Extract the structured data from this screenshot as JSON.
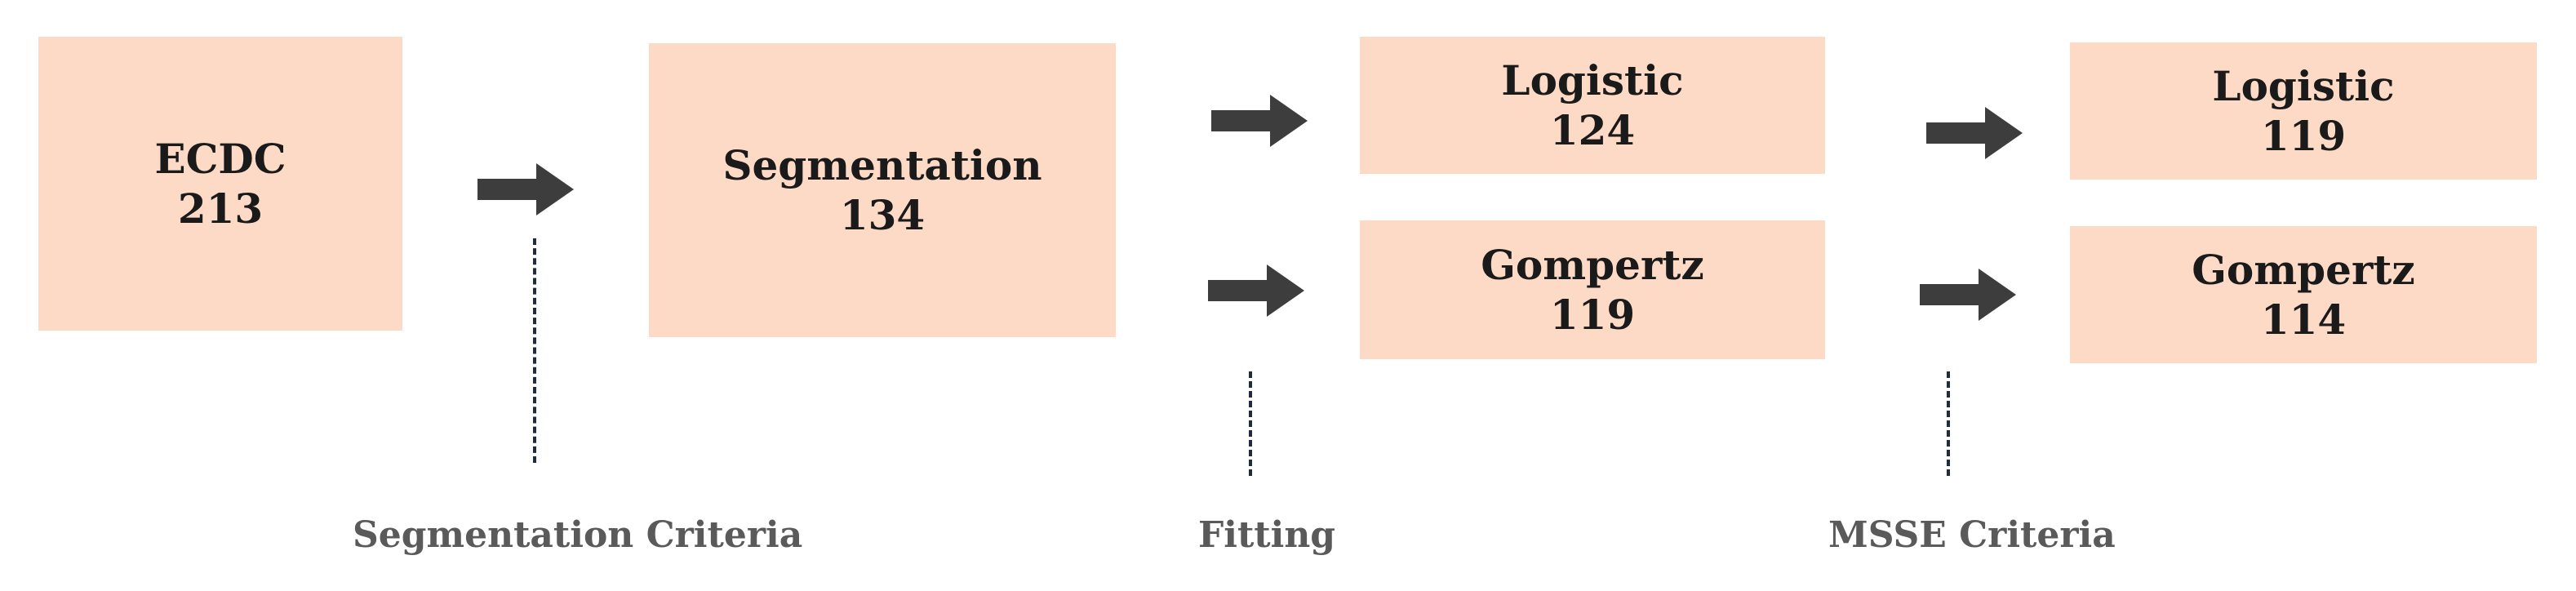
{
  "nodes": {
    "ecdc": {
      "name": "ECDC",
      "count": "213"
    },
    "segmentation": {
      "name": "Segmentation",
      "count": "134"
    },
    "fit_logistic": {
      "name": "Logistic",
      "count": "124"
    },
    "fit_gompertz": {
      "name": "Gompertz",
      "count": "119"
    },
    "msse_logistic": {
      "name": "Logistic",
      "count": "119"
    },
    "msse_gompertz": {
      "name": "Gompertz",
      "count": "114"
    }
  },
  "stages": {
    "segmentation_criteria": "Segmentation Criteria",
    "fitting": "Fitting",
    "msse_criteria": "MSSE Criteria"
  },
  "colors": {
    "box_fill": "#fcdac6",
    "arrow": "#3d3d3d",
    "caption_text": "#5a5a5a",
    "dash_line": "#1f2b3f"
  }
}
